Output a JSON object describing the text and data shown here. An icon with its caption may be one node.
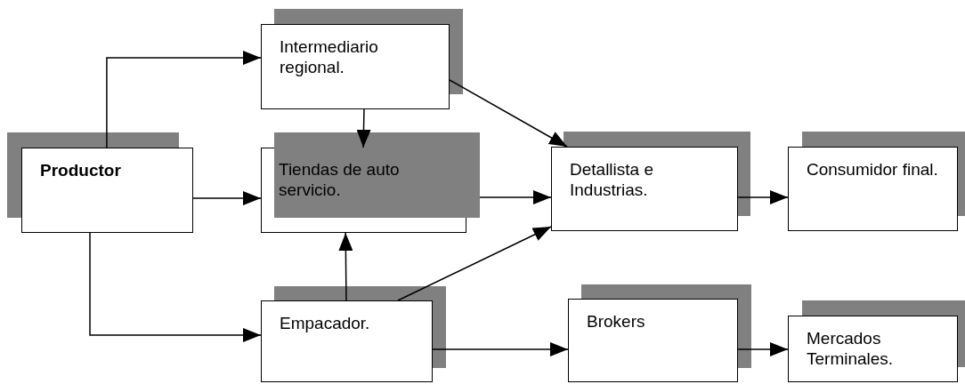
{
  "diagram": {
    "nodes": [
      {
        "text": [
          "Productor"
        ]
      },
      {
        "text": [
          "Intermediario regional."
        ]
      },
      {
        "text": [
          "Tiendas de auto servicio."
        ]
      },
      {
        "text": [
          "Empacador."
        ]
      },
      {
        "text": [
          "Detallista e Industrias."
        ]
      },
      {
        "text": [
          "Consumidor final."
        ]
      },
      {
        "text": [
          "Brokers"
        ]
      },
      {
        "text": [
          "Mercados Terminales."
        ]
      }
    ],
    "edges": [
      {
        "from": 0,
        "to": 1,
        "arrow": "to"
      },
      {
        "from": 1,
        "to": 2,
        "arrow": "to"
      },
      {
        "from": 0,
        "to": 2,
        "arrow": "to"
      },
      {
        "from": 0,
        "to": 3,
        "arrow": "to"
      },
      {
        "from": 1,
        "to": 4,
        "arrow": "to"
      },
      {
        "from": 2,
        "to": 4,
        "arrow": "to"
      },
      {
        "from": 3,
        "to": 2,
        "arrow": "to"
      },
      {
        "from": 3,
        "to": 4,
        "arrow": "to"
      },
      {
        "from": 4,
        "to": 5,
        "arrow": "to"
      },
      {
        "from": 3,
        "to": 6,
        "arrow": "to"
      },
      {
        "from": 6,
        "to": 7,
        "arrow": "to"
      }
    ]
  }
}
